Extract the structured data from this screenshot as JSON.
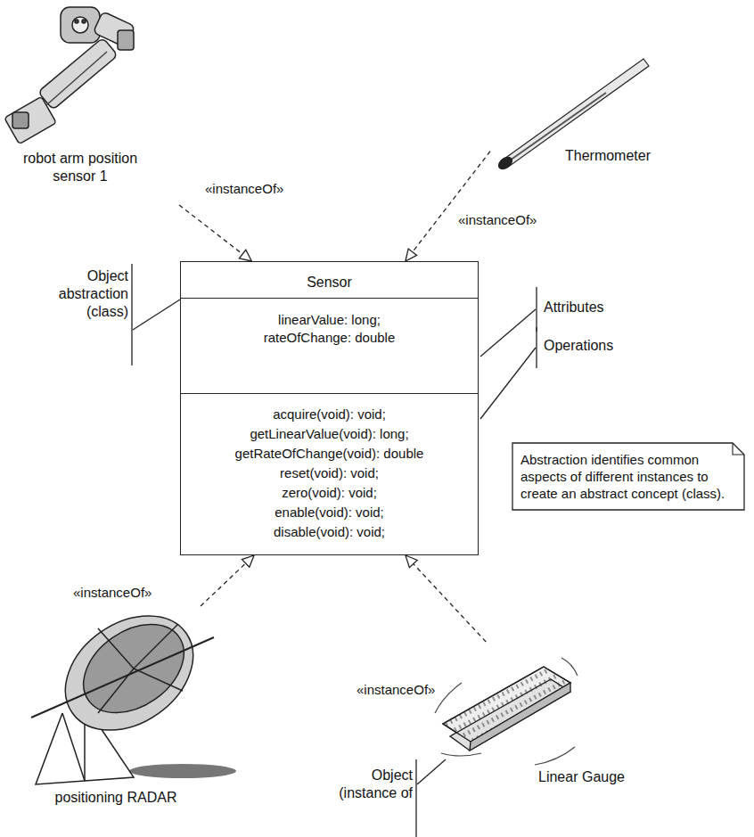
{
  "diagram": {
    "nodes": [
      {
        "text": [
          "robot arm position sensor 1"
        ]
      },
      {
        "text": [
          "Thermometer"
        ]
      },
      {
        "text": [
          "Sensor",
          "linearValue: long;",
          "rateOfChange: double",
          "acquire(void): void;",
          "getLinearValue(void): long;",
          "getRateOfChange(void): double",
          "reset(void): void;",
          "zero(void): void;",
          "enable(void): void;",
          "disable(void): void;"
        ]
      },
      {
        "text": [
          "Abstraction identifies common aspects of different instances to create an abstract concept (class)."
        ]
      },
      {
        "text": [
          "positioning RADAR"
        ]
      },
      {
        "text": [
          "Linear Gauge"
        ]
      }
    ],
    "edges": [
      {
        "from": 0,
        "to": 2,
        "arrow": "to",
        "label": "«instanceOf»"
      },
      {
        "from": 1,
        "to": 2,
        "arrow": "to",
        "label": "«instanceOf»"
      },
      {
        "from": 4,
        "to": 2,
        "arrow": "to",
        "label": "«instanceOf»"
      },
      {
        "from": 5,
        "to": 2,
        "arrow": "to",
        "label": "«instanceOf»"
      }
    ],
    "labels": [
      "Object abstraction (class)",
      "Attributes",
      "Operations",
      "Object (instance of"
    ]
  }
}
